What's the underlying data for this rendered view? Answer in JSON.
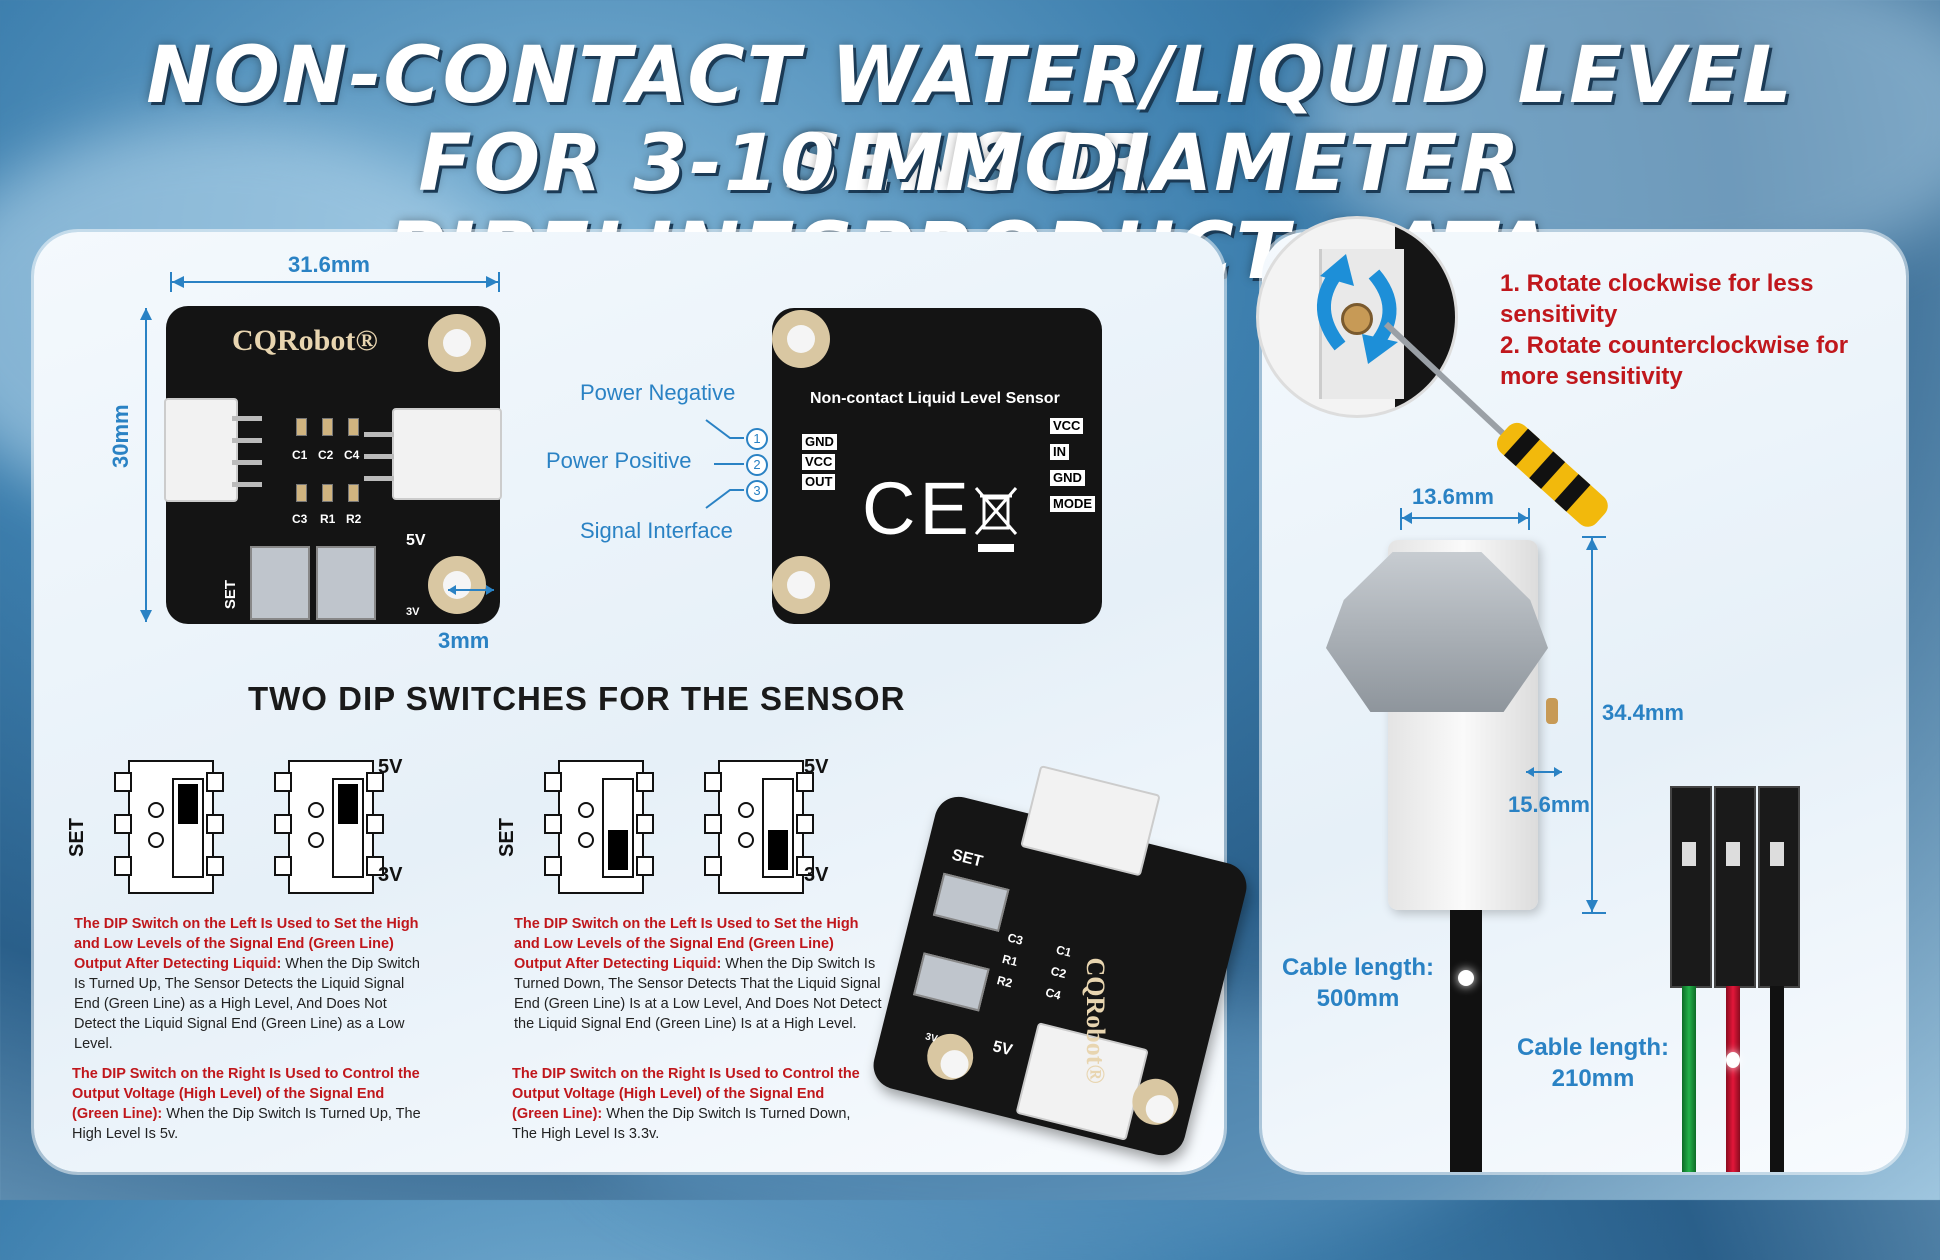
{
  "title": {
    "line1": "NON-CONTACT WATER/LIQUID LEVEL SENSOR",
    "line2": "FOR 3-10 MM DIAMETER PIPELINESPRODUCT DATA"
  },
  "front_board": {
    "brand": "CQRobot®",
    "width_dim": "31.6mm",
    "height_dim": "30mm",
    "hole_dim": "3mm",
    "labels": [
      "C1",
      "C2",
      "C4",
      "C3",
      "R1",
      "R2"
    ],
    "set_label": "SET",
    "v5_label": "5V",
    "v3_label": "3V"
  },
  "pin_labels": {
    "power_negative": "Power Negative",
    "power_positive": "Power Positive",
    "signal_interface": "Signal Interface",
    "n1": "1",
    "n2": "2",
    "n3": "3",
    "gnd": "GND",
    "vcc": "VCC",
    "out": "OUT"
  },
  "back_board": {
    "title": "Non-contact Liquid Level Sensor",
    "right_labels": [
      "VCC",
      "IN",
      "GND",
      "MODE"
    ],
    "ce": "CE"
  },
  "dip_section": {
    "heading": "TWO DIP SWITCHES FOR THE SENSOR",
    "set": "SET",
    "v5": "5V",
    "v3": "3V",
    "left_desc_1_red": "The DIP Switch on the Left Is Used to Set the High and Low Levels of the Signal End (Green Line) Output After Detecting Liquid:",
    "left_desc_1_body": " When the Dip Switch Is Turned Up, The Sensor Detects the Liquid Signal End (Green Line) as a High Level, And Does Not Detect the Liquid Signal End (Green Line) as a Low Level.",
    "left_desc_2_red": "The DIP Switch on the Right Is Used to Control the Output Voltage (High Level) of the Signal End (Green Line):",
    "left_desc_2_body": " When the Dip Switch Is Turned Up, The High Level Is 5v.",
    "right_desc_1_red": "The DIP Switch on the Left Is Used to Set the High and Low Levels of the Signal End (Green Line) Output After Detecting Liquid:",
    "right_desc_1_body": " When the Dip Switch Is Turned Down, The Sensor Detects That the Liquid Signal End (Green Line) Is at a Low Level, And Does Not Detect the Liquid Signal End (Green Line) Is at a High Level.",
    "right_desc_2_red": "The DIP Switch on the Right Is Used to Control the Output Voltage (High Level) of the Signal End (Green Line):",
    "right_desc_2_body": " When the Dip Switch Is Turned Down, The High Level Is 3.3v."
  },
  "angled_board": {
    "brand": "CQRobot®",
    "set": "SET",
    "v5": "5V",
    "v3": "3V",
    "labels": [
      "C3",
      "R1",
      "R2",
      "C1",
      "C2",
      "C4"
    ]
  },
  "sensitivity": {
    "line1": "1. Rotate clockwise for less",
    "line1b": "sensitivity",
    "line2": "2. Rotate counterclockwise for",
    "line2b": "more sensitivity"
  },
  "clip_dims": {
    "width": "13.6mm",
    "height": "34.4mm",
    "depth": "15.6mm"
  },
  "cables": {
    "cable1": "Cable length:",
    "cable1_val": "500mm",
    "cable2": "Cable length:",
    "cable2_val": "210mm"
  },
  "colors": {
    "accent_blue": "#2a82c4",
    "warning_red": "#c0171c",
    "board_black": "#141414",
    "signal_green": "#1f9a3a",
    "power_red": "#c8102e"
  }
}
